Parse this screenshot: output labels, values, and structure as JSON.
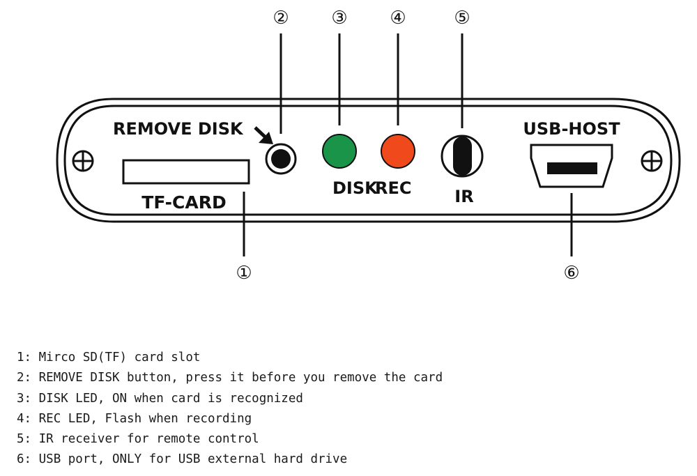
{
  "panel": {
    "remove_disk_label": "REMOVE DISK",
    "tf_card_label": "TF-CARD",
    "disk_label": "DISK",
    "rec_label": "REC",
    "ir_label": "IR",
    "usb_host_label": "USB-HOST"
  },
  "callouts": [
    "①",
    "②",
    "③",
    "④",
    "⑤",
    "⑥"
  ],
  "colors": {
    "outline": "#111111",
    "disk_led": "#1a9448",
    "rec_led": "#f04a1c"
  },
  "legend": [
    {
      "number": "1:",
      "text": "Mirco SD(TF) card slot"
    },
    {
      "number": "2:",
      "text": "REMOVE DISK button, press it before you remove the card"
    },
    {
      "number": "3:",
      "text": "DISK LED, ON when card is recognized"
    },
    {
      "number": "4:",
      "text": "REC LED, Flash when recording"
    },
    {
      "number": "5:",
      "text": "IR receiver for remote control"
    },
    {
      "number": "6:",
      "text": "USB port, ONLY for USB external hard drive"
    }
  ]
}
